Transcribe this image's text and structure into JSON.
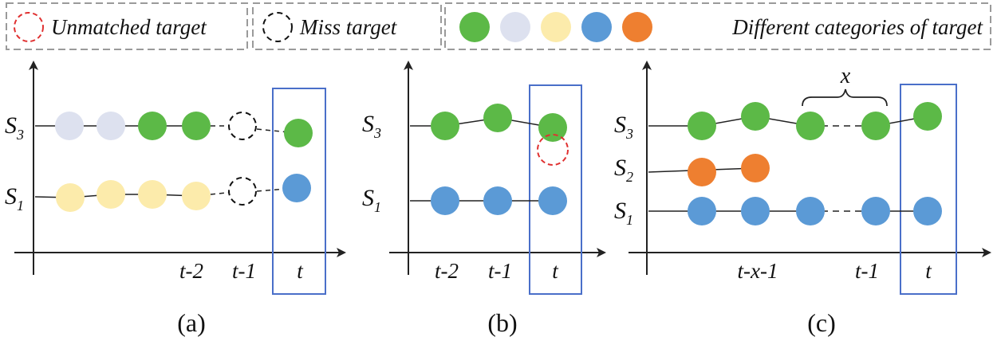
{
  "legend": {
    "unmatched": "Unmatched target",
    "miss": "Miss target",
    "categories": "Different categories of target",
    "category_colors": [
      "#5cb947",
      "#dde1ef",
      "#fcebab",
      "#5b9ad6",
      "#ee7f30"
    ]
  },
  "colors": {
    "green": "#5cb947",
    "lavender": "#dde1ef",
    "yellow": "#fcebab",
    "blue": "#5b9ad6",
    "orange": "#ee7f30",
    "frame": "#4a6fc9",
    "legend_border": "#9a9a9a",
    "unmatched_ring": "#e03030"
  },
  "panels": [
    {
      "caption": "(a)",
      "rows": [
        {
          "main": "S",
          "sub": "3"
        },
        {
          "main": "S",
          "sub": "1"
        }
      ],
      "ticks": [
        "t-2",
        "t-1",
        "t"
      ]
    },
    {
      "caption": "(b)",
      "rows": [
        {
          "main": "S",
          "sub": "3"
        },
        {
          "main": "S",
          "sub": "1"
        }
      ],
      "ticks": [
        "t-2",
        "t-1",
        "t"
      ]
    },
    {
      "caption": "(c)",
      "rows": [
        {
          "main": "S",
          "sub": "3"
        },
        {
          "main": "S",
          "sub": "2"
        },
        {
          "main": "S",
          "sub": "1"
        }
      ],
      "ticks": [
        "t-x-1",
        "t-1",
        "t"
      ],
      "brace_label": "x"
    }
  ]
}
